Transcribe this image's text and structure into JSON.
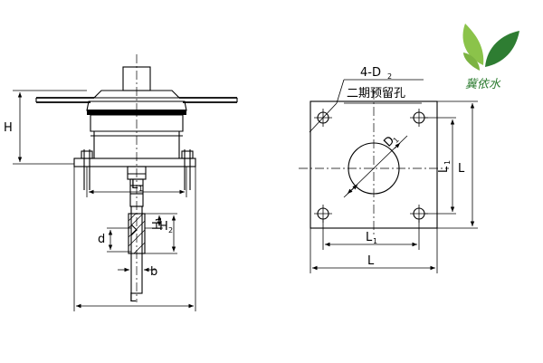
{
  "labels": {
    "H": "H",
    "L1": "L",
    "L1_sub": "1",
    "L": "L",
    "H1": "H",
    "H1_sub": "1",
    "H2": "H",
    "H2_sub": "2",
    "d": "d",
    "b": "b",
    "D1": "D",
    "D1_sub": "1",
    "holes_prefix": "4-D",
    "holes_sub": "2",
    "holes_note": "二期预留孔"
  },
  "logo": {
    "text": "冀依水",
    "colors": {
      "leaf_light": "#8bc34a",
      "leaf_dark": "#2e7d32"
    }
  }
}
